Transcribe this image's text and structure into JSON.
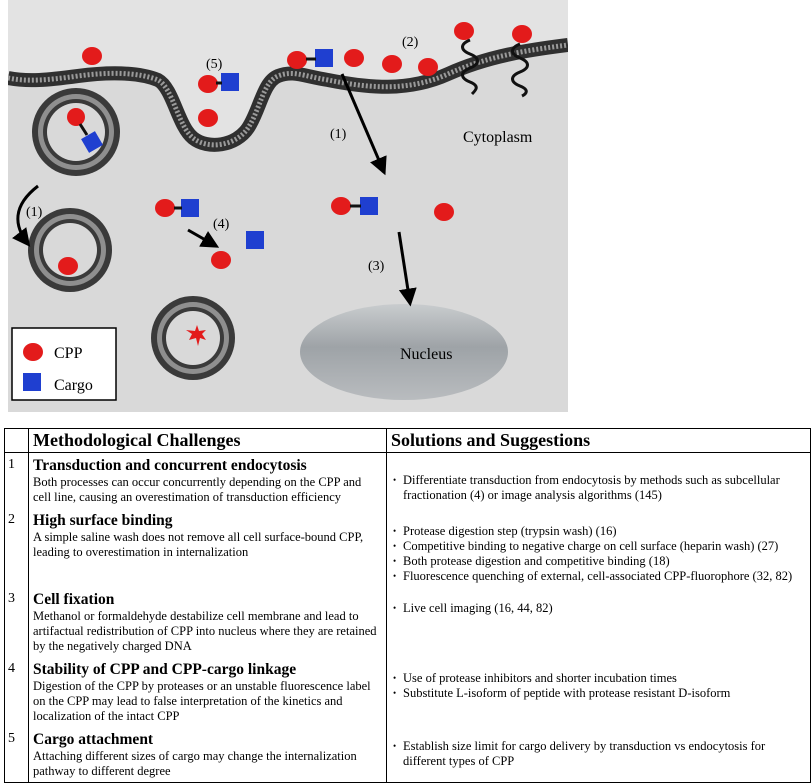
{
  "figure": {
    "labels": {
      "step1_top": "(1)",
      "step1_left": "(1)",
      "step2": "(2)",
      "step3": "(3)",
      "step4": "(4)",
      "step5": "(5)",
      "cytoplasm": "Cytoplasm",
      "nucleus": "Nucleus"
    },
    "legend": {
      "cpp_label": "CPP",
      "cargo_label": "Cargo",
      "cpp_color": "#e31b1b",
      "cargo_color": "#1f3fd0"
    },
    "colors": {
      "background": "#d8d8d8",
      "membrane": "#3a3a3a",
      "nucleus": "#9aa0a4"
    }
  },
  "table": {
    "headers": {
      "number": "",
      "challenges": "Methodological Challenges",
      "solutions": "Solutions and Suggestions"
    },
    "rows": [
      {
        "num": "1",
        "title": "Transduction and concurrent endocytosis",
        "desc": "Both processes can occur concurrently depending on the CPP and cell line, causing an overestimation of transduction efficiency",
        "solutions": [
          "Differentiate transduction from endocytosis by methods such as subcellular fractionation (4) or image analysis algorithms (145)"
        ]
      },
      {
        "num": "2",
        "title": "High surface binding",
        "desc": "A simple saline wash does not remove all cell surface-bound CPP, leading to overestimation in internalization",
        "solutions": [
          "Protease digestion step (trypsin wash) (16)",
          "Competitive binding to negative charge on cell surface (heparin wash) (27)",
          "Both protease digestion and competitive binding (18)",
          "Fluorescence quenching of external, cell-associated CPP-fluorophore (32, 82)"
        ]
      },
      {
        "num": "3",
        "title": "Cell fixation",
        "desc": "Methanol or formaldehyde destabilize cell membrane and lead to artifactual redistribution of CPP into nucleus where they are retained by the negatively charged DNA",
        "solutions": [
          "Live cell imaging (16, 44, 82)"
        ]
      },
      {
        "num": "4",
        "title": "Stability of CPP and CPP-cargo linkage",
        "desc": "Digestion of the CPP by proteases or an unstable fluorescence label on the CPP may lead to false interpretation of the kinetics and localization of the intact CPP",
        "solutions": [
          "Use of protease inhibitors and shorter incubation times",
          "Substitute L-isoform of peptide with protease resistant D-isoform"
        ]
      },
      {
        "num": "5",
        "title": "Cargo attachment",
        "desc": "Attaching different sizes of cargo may change the internalization pathway to different degree",
        "solutions": [
          "Establish size limit for cargo delivery by transduction vs endocytosis for different types of CPP"
        ]
      }
    ]
  }
}
